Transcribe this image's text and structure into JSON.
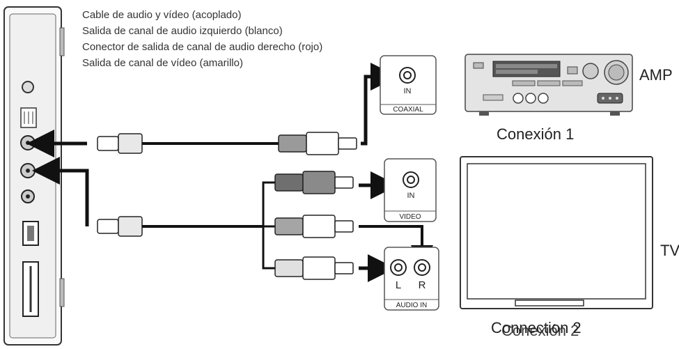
{
  "legend": {
    "line1": "Cable de audio y vídeo (acoplado)",
    "line2": "Salida de canal de audio izquierdo (blanco)",
    "line3": "Conector de salida de canal de audio derecho (rojo)",
    "line4": "Salida de canal de vídeo (amarillo)"
  },
  "amp": {
    "label": "AMP",
    "caption": "Conexión 1",
    "coaxial_port": {
      "jack_label": "IN",
      "panel_label": "COAXIAL"
    }
  },
  "tv": {
    "label": "TV",
    "caption_en": "Connection 2",
    "caption_es": "Conexión 2",
    "video_port": {
      "jack_label": "IN",
      "panel_label": "VIDEO"
    },
    "audio_port": {
      "left_label": "L",
      "right_label": "R",
      "panel_label": "AUDIO IN"
    }
  },
  "colors": {
    "line": "#111111",
    "panel_border": "#555555",
    "device_gray": "#d9d9d9",
    "plug_gray": "#9a9a9a"
  }
}
